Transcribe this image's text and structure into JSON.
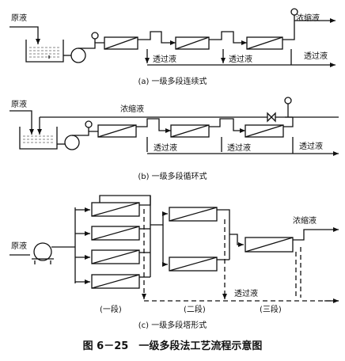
{
  "figure_title": "图 6－25　一级多段法工艺流程示意图",
  "panel_a": {
    "caption": "(a) 一级多段连续式",
    "feed_label": "原液",
    "concentrate_label": "浓缩液",
    "permeate_label": "透过液"
  },
  "panel_b": {
    "caption": "(b) 一级多段循环式",
    "feed_label": "原液",
    "concentrate_label": "浓缩液",
    "permeate_label": "透过液"
  },
  "panel_c": {
    "caption": "(c) 一级多段塔形式",
    "feed_label": "原液",
    "concentrate_label": "浓缩液",
    "permeate_label": "透过液",
    "stage_1": "(一段)",
    "stage_2": "(二段)",
    "stage_3": "(三段)"
  }
}
